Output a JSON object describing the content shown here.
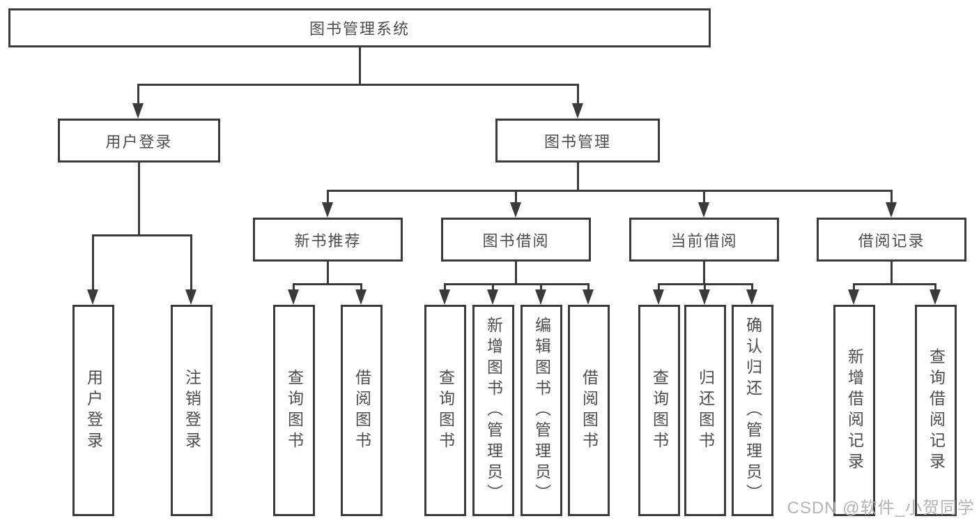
{
  "colors": {
    "line": "#3a3a3a",
    "box_border": "#3a3a3a",
    "box_fill": "#ffffff",
    "text": "#4d4d4d",
    "watermark": "#b4b4b4"
  },
  "watermark": {
    "text": "CSDN @软件_小贺同学"
  },
  "tree": {
    "root": {
      "label": "图书管理系统"
    },
    "branches": [
      {
        "label": "用户登录",
        "leaves": [
          {
            "label": "用户登录"
          },
          {
            "label": "注销登录"
          }
        ]
      },
      {
        "label": "图书管理",
        "groups": [
          {
            "label": "新书推荐",
            "leaves": [
              {
                "label": "查询图书"
              },
              {
                "label": "借阅图书"
              }
            ]
          },
          {
            "label": "图书借阅",
            "leaves": [
              {
                "label": "查询图书"
              },
              {
                "label": "新增图书（管理员）"
              },
              {
                "label": "编辑图书（管理员）"
              },
              {
                "label": "借阅图书"
              }
            ]
          },
          {
            "label": "当前借阅",
            "leaves": [
              {
                "label": "查询图书"
              },
              {
                "label": "归还图书"
              },
              {
                "label": "确认归还（管理员）"
              }
            ]
          },
          {
            "label": "借阅记录",
            "leaves": [
              {
                "label": "新增借阅记录"
              },
              {
                "label": "查询借阅记录"
              }
            ]
          }
        ]
      }
    ]
  }
}
